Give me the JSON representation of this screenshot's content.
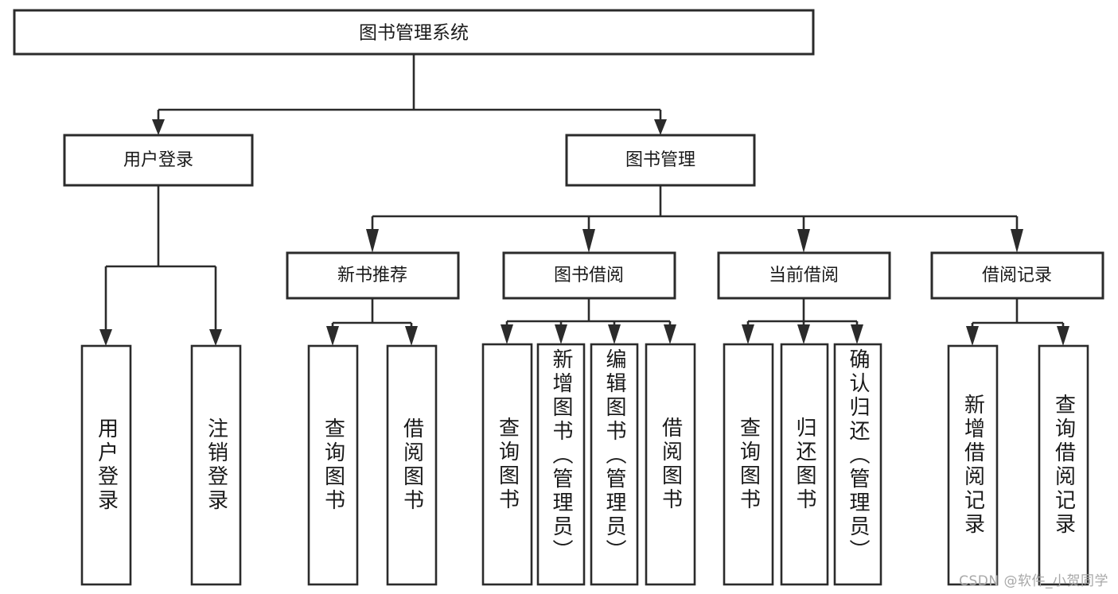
{
  "diagram": {
    "title": "图书管理系统",
    "type": "hierarchy-tree",
    "background_color": "#ffffff",
    "line_color": "#2b2b2b",
    "text_color": "#1a1a1a",
    "root": {
      "id": "root",
      "label": "图书管理系统",
      "orientation": "horizontal"
    },
    "level2": [
      {
        "id": "user-login",
        "label": "用户登录",
        "orientation": "horizontal"
      },
      {
        "id": "book-manage",
        "label": "图书管理",
        "orientation": "horizontal"
      }
    ],
    "level3": [
      {
        "id": "new-book-recommend",
        "label": "新书推荐",
        "orientation": "horizontal",
        "parent": "book-manage"
      },
      {
        "id": "book-borrow",
        "label": "图书借阅",
        "orientation": "horizontal",
        "parent": "book-manage"
      },
      {
        "id": "current-borrow",
        "label": "当前借阅",
        "orientation": "horizontal",
        "parent": "book-manage"
      },
      {
        "id": "borrow-record",
        "label": "借阅记录",
        "orientation": "horizontal",
        "parent": "book-manage"
      }
    ],
    "leaves": [
      {
        "id": "leaf-user-login",
        "label": "用户登录",
        "parent": "user-login",
        "orientation": "vertical",
        "align": "center"
      },
      {
        "id": "leaf-logout",
        "label": "注销登录",
        "parent": "user-login",
        "orientation": "vertical",
        "align": "center"
      },
      {
        "id": "leaf-query-book-1",
        "label": "查询图书",
        "parent": "new-book-recommend",
        "orientation": "vertical",
        "align": "center"
      },
      {
        "id": "leaf-borrow-book-1",
        "label": "借阅图书",
        "parent": "new-book-recommend",
        "orientation": "vertical",
        "align": "center"
      },
      {
        "id": "leaf-query-book-2",
        "label": "查询图书",
        "parent": "book-borrow",
        "orientation": "vertical",
        "align": "center"
      },
      {
        "id": "leaf-add-book",
        "label": "新增图书（管理员）",
        "parent": "book-borrow",
        "orientation": "vertical",
        "align": "top"
      },
      {
        "id": "leaf-edit-book",
        "label": "编辑图书（管理员）",
        "parent": "book-borrow",
        "orientation": "vertical",
        "align": "top"
      },
      {
        "id": "leaf-borrow-book-2",
        "label": "借阅图书",
        "parent": "book-borrow",
        "orientation": "vertical",
        "align": "center"
      },
      {
        "id": "leaf-query-book-3",
        "label": "查询图书",
        "parent": "current-borrow",
        "orientation": "vertical",
        "align": "center"
      },
      {
        "id": "leaf-return-book",
        "label": "归还图书",
        "parent": "current-borrow",
        "orientation": "vertical",
        "align": "center"
      },
      {
        "id": "leaf-confirm-return",
        "label": "确认归还（管理员）",
        "parent": "current-borrow",
        "orientation": "vertical",
        "align": "top"
      },
      {
        "id": "leaf-add-record",
        "label": "新增借阅记录",
        "parent": "borrow-record",
        "orientation": "vertical",
        "align": "center"
      },
      {
        "id": "leaf-query-record",
        "label": "查询借阅记录",
        "parent": "borrow-record",
        "orientation": "vertical",
        "align": "center"
      }
    ]
  },
  "watermark": {
    "text": "CSDN @软件_小贺同学"
  }
}
